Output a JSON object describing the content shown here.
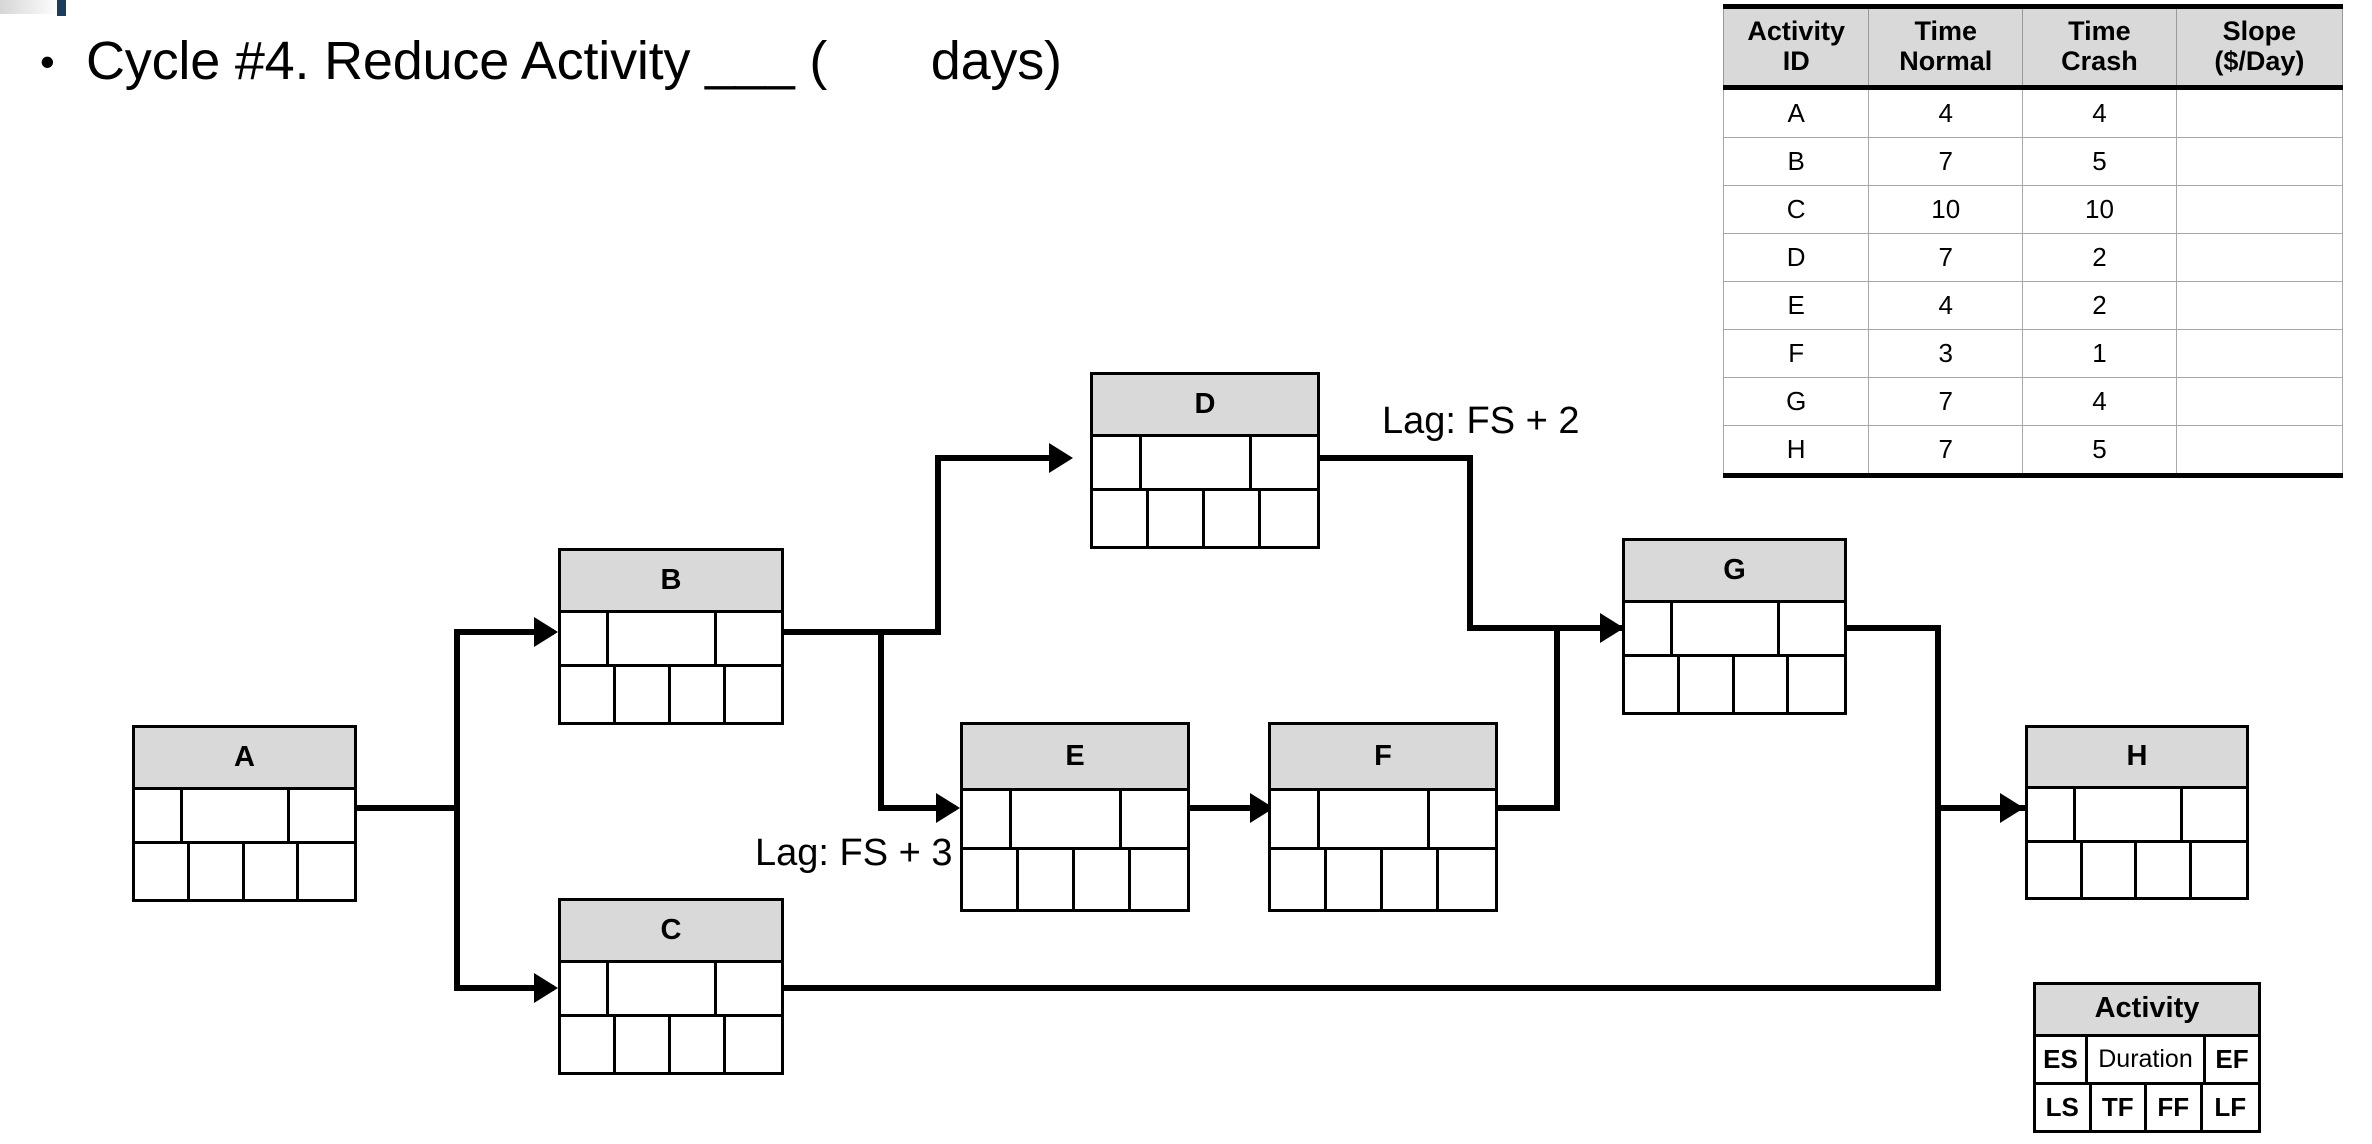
{
  "slide": {
    "bullet_glyph": "•",
    "title": "Cycle #4. Reduce Activity ___ (       days)"
  },
  "crash_table": {
    "name": "activity-crash-table",
    "headers": [
      "Activity\nID",
      "Time\nNormal",
      "Time\nCrash",
      "Slope\n($/Day)"
    ],
    "header_lines": [
      [
        "Activity",
        "ID"
      ],
      [
        "Time",
        "Normal"
      ],
      [
        "Time",
        "Crash"
      ],
      [
        "Slope",
        "($/Day)"
      ]
    ],
    "rows": [
      {
        "id": "A",
        "time_normal": "4",
        "time_crash": "4",
        "slope": ""
      },
      {
        "id": "B",
        "time_normal": "7",
        "time_crash": "5",
        "slope": ""
      },
      {
        "id": "C",
        "time_normal": "10",
        "time_crash": "10",
        "slope": ""
      },
      {
        "id": "D",
        "time_normal": "7",
        "time_crash": "2",
        "slope": ""
      },
      {
        "id": "E",
        "time_normal": "4",
        "time_crash": "2",
        "slope": ""
      },
      {
        "id": "F",
        "time_normal": "3",
        "time_crash": "1",
        "slope": ""
      },
      {
        "id": "G",
        "time_normal": "7",
        "time_crash": "4",
        "slope": ""
      },
      {
        "id": "H",
        "time_normal": "7",
        "time_crash": "5",
        "slope": ""
      }
    ]
  },
  "legend": {
    "title": "Activity",
    "row1": [
      "ES",
      "Duration",
      "EF"
    ],
    "row2": [
      "LS",
      "TF",
      "FF",
      "LF"
    ]
  },
  "network": {
    "nodes": [
      {
        "id": "A",
        "label": "A"
      },
      {
        "id": "B",
        "label": "B"
      },
      {
        "id": "C",
        "label": "C"
      },
      {
        "id": "D",
        "label": "D"
      },
      {
        "id": "E",
        "label": "E"
      },
      {
        "id": "F",
        "label": "F"
      },
      {
        "id": "G",
        "label": "G"
      },
      {
        "id": "H",
        "label": "H"
      }
    ],
    "lag_labels": [
      {
        "id": "lag-d-g",
        "text": "Lag: FS + 2"
      },
      {
        "id": "lag-b-e",
        "text": "Lag: FS + 3"
      }
    ]
  },
  "colors": {
    "header_fill": "#d9d9d9",
    "line": "#000000",
    "page_background": "#ffffff",
    "artifact": "#1d3c5c"
  }
}
